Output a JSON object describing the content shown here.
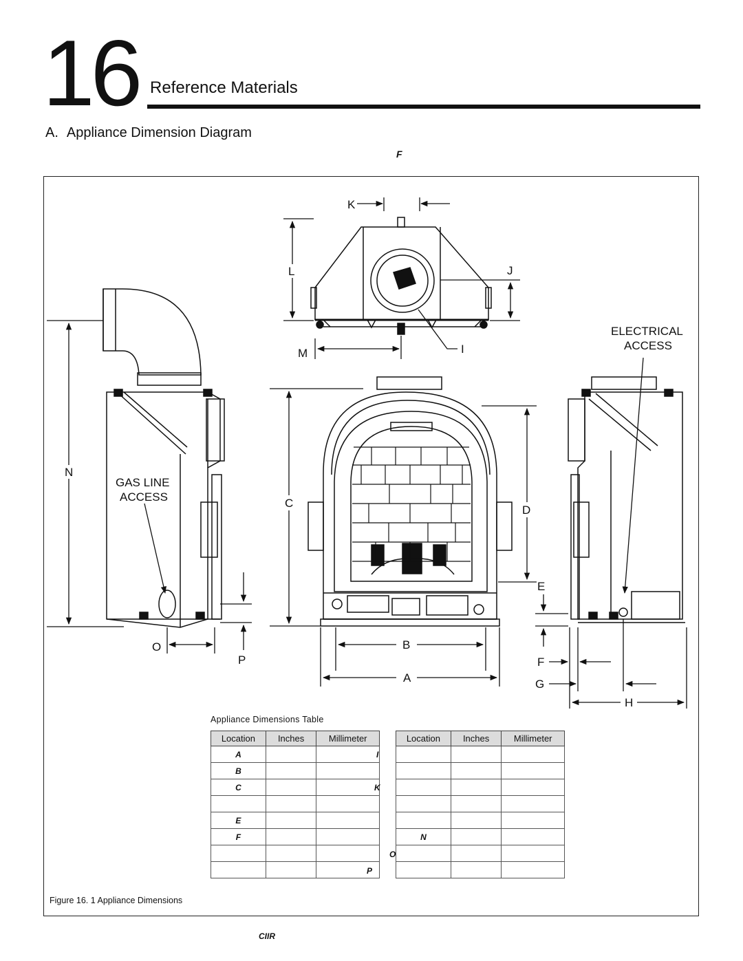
{
  "chapter": {
    "number": "16",
    "title": "Reference Materials"
  },
  "section": {
    "letter": "A.",
    "title": "Appliance Dimension Diagram"
  },
  "top_marker": "F",
  "diagram": {
    "labels": {
      "A": "A",
      "B": "B",
      "C": "C",
      "D": "D",
      "E": "E",
      "F": "F",
      "G": "G",
      "H": "H",
      "I": "I",
      "J": "J",
      "K": "K",
      "L": "L",
      "M": "M",
      "N": "N",
      "O": "O",
      "P": "P"
    },
    "electrical_access": [
      "ELECTRICAL",
      "ACCESS"
    ],
    "gas_line_access": [
      "GAS LINE",
      "ACCESS"
    ]
  },
  "table": {
    "caption": "Appliance Dimensions Table",
    "headers": [
      "Location",
      "Inches",
      "Millimeter"
    ],
    "left_rows": [
      [
        "A",
        "",
        ""
      ],
      [
        "B",
        "",
        ""
      ],
      [
        "C",
        "",
        ""
      ],
      [
        "",
        "",
        ""
      ],
      [
        "E",
        "",
        ""
      ],
      [
        "F",
        "",
        ""
      ],
      [
        "",
        "",
        ""
      ],
      [
        "",
        "",
        ""
      ]
    ],
    "right_rows": [
      [
        "",
        "",
        ""
      ],
      [
        "",
        "",
        ""
      ],
      [
        "",
        "",
        ""
      ],
      [
        "",
        "",
        ""
      ],
      [
        "",
        "",
        ""
      ],
      [
        "N",
        "",
        ""
      ],
      [
        "",
        "",
        ""
      ],
      [
        "",
        "",
        ""
      ]
    ],
    "stray_labels": {
      "I": "I",
      "K": "K",
      "O": "O",
      "P": "P"
    }
  },
  "figure_caption": "Figure 16. 1 Appliance Dimensions",
  "footer_mark": "CIIR"
}
